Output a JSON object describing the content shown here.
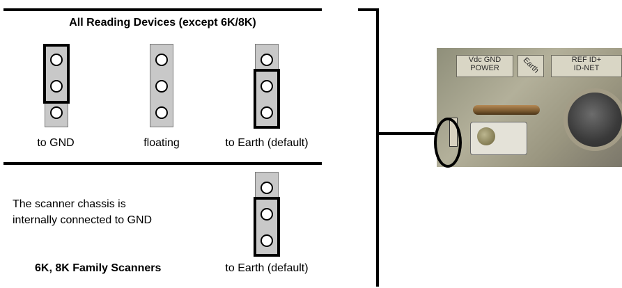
{
  "top_panel": {
    "title": "All Reading Devices (except 6K/8K)",
    "options": [
      {
        "label": "to GND",
        "cap": "top"
      },
      {
        "label": "floating",
        "cap": "none"
      },
      {
        "label": "to Earth (default)",
        "cap": "bottom"
      }
    ]
  },
  "bottom_panel": {
    "note_line1": "The scanner chassis is",
    "note_line2": "internally connected to GND",
    "family": "6K, 8K Family Scanners",
    "option_label": "to Earth (default)"
  },
  "photo": {
    "power_label_top": "Vdc   GND",
    "power_label": "POWER",
    "earth_label": "Earth",
    "idnet_label_top": "REF   ID+",
    "idnet_label": "ID-NET"
  }
}
